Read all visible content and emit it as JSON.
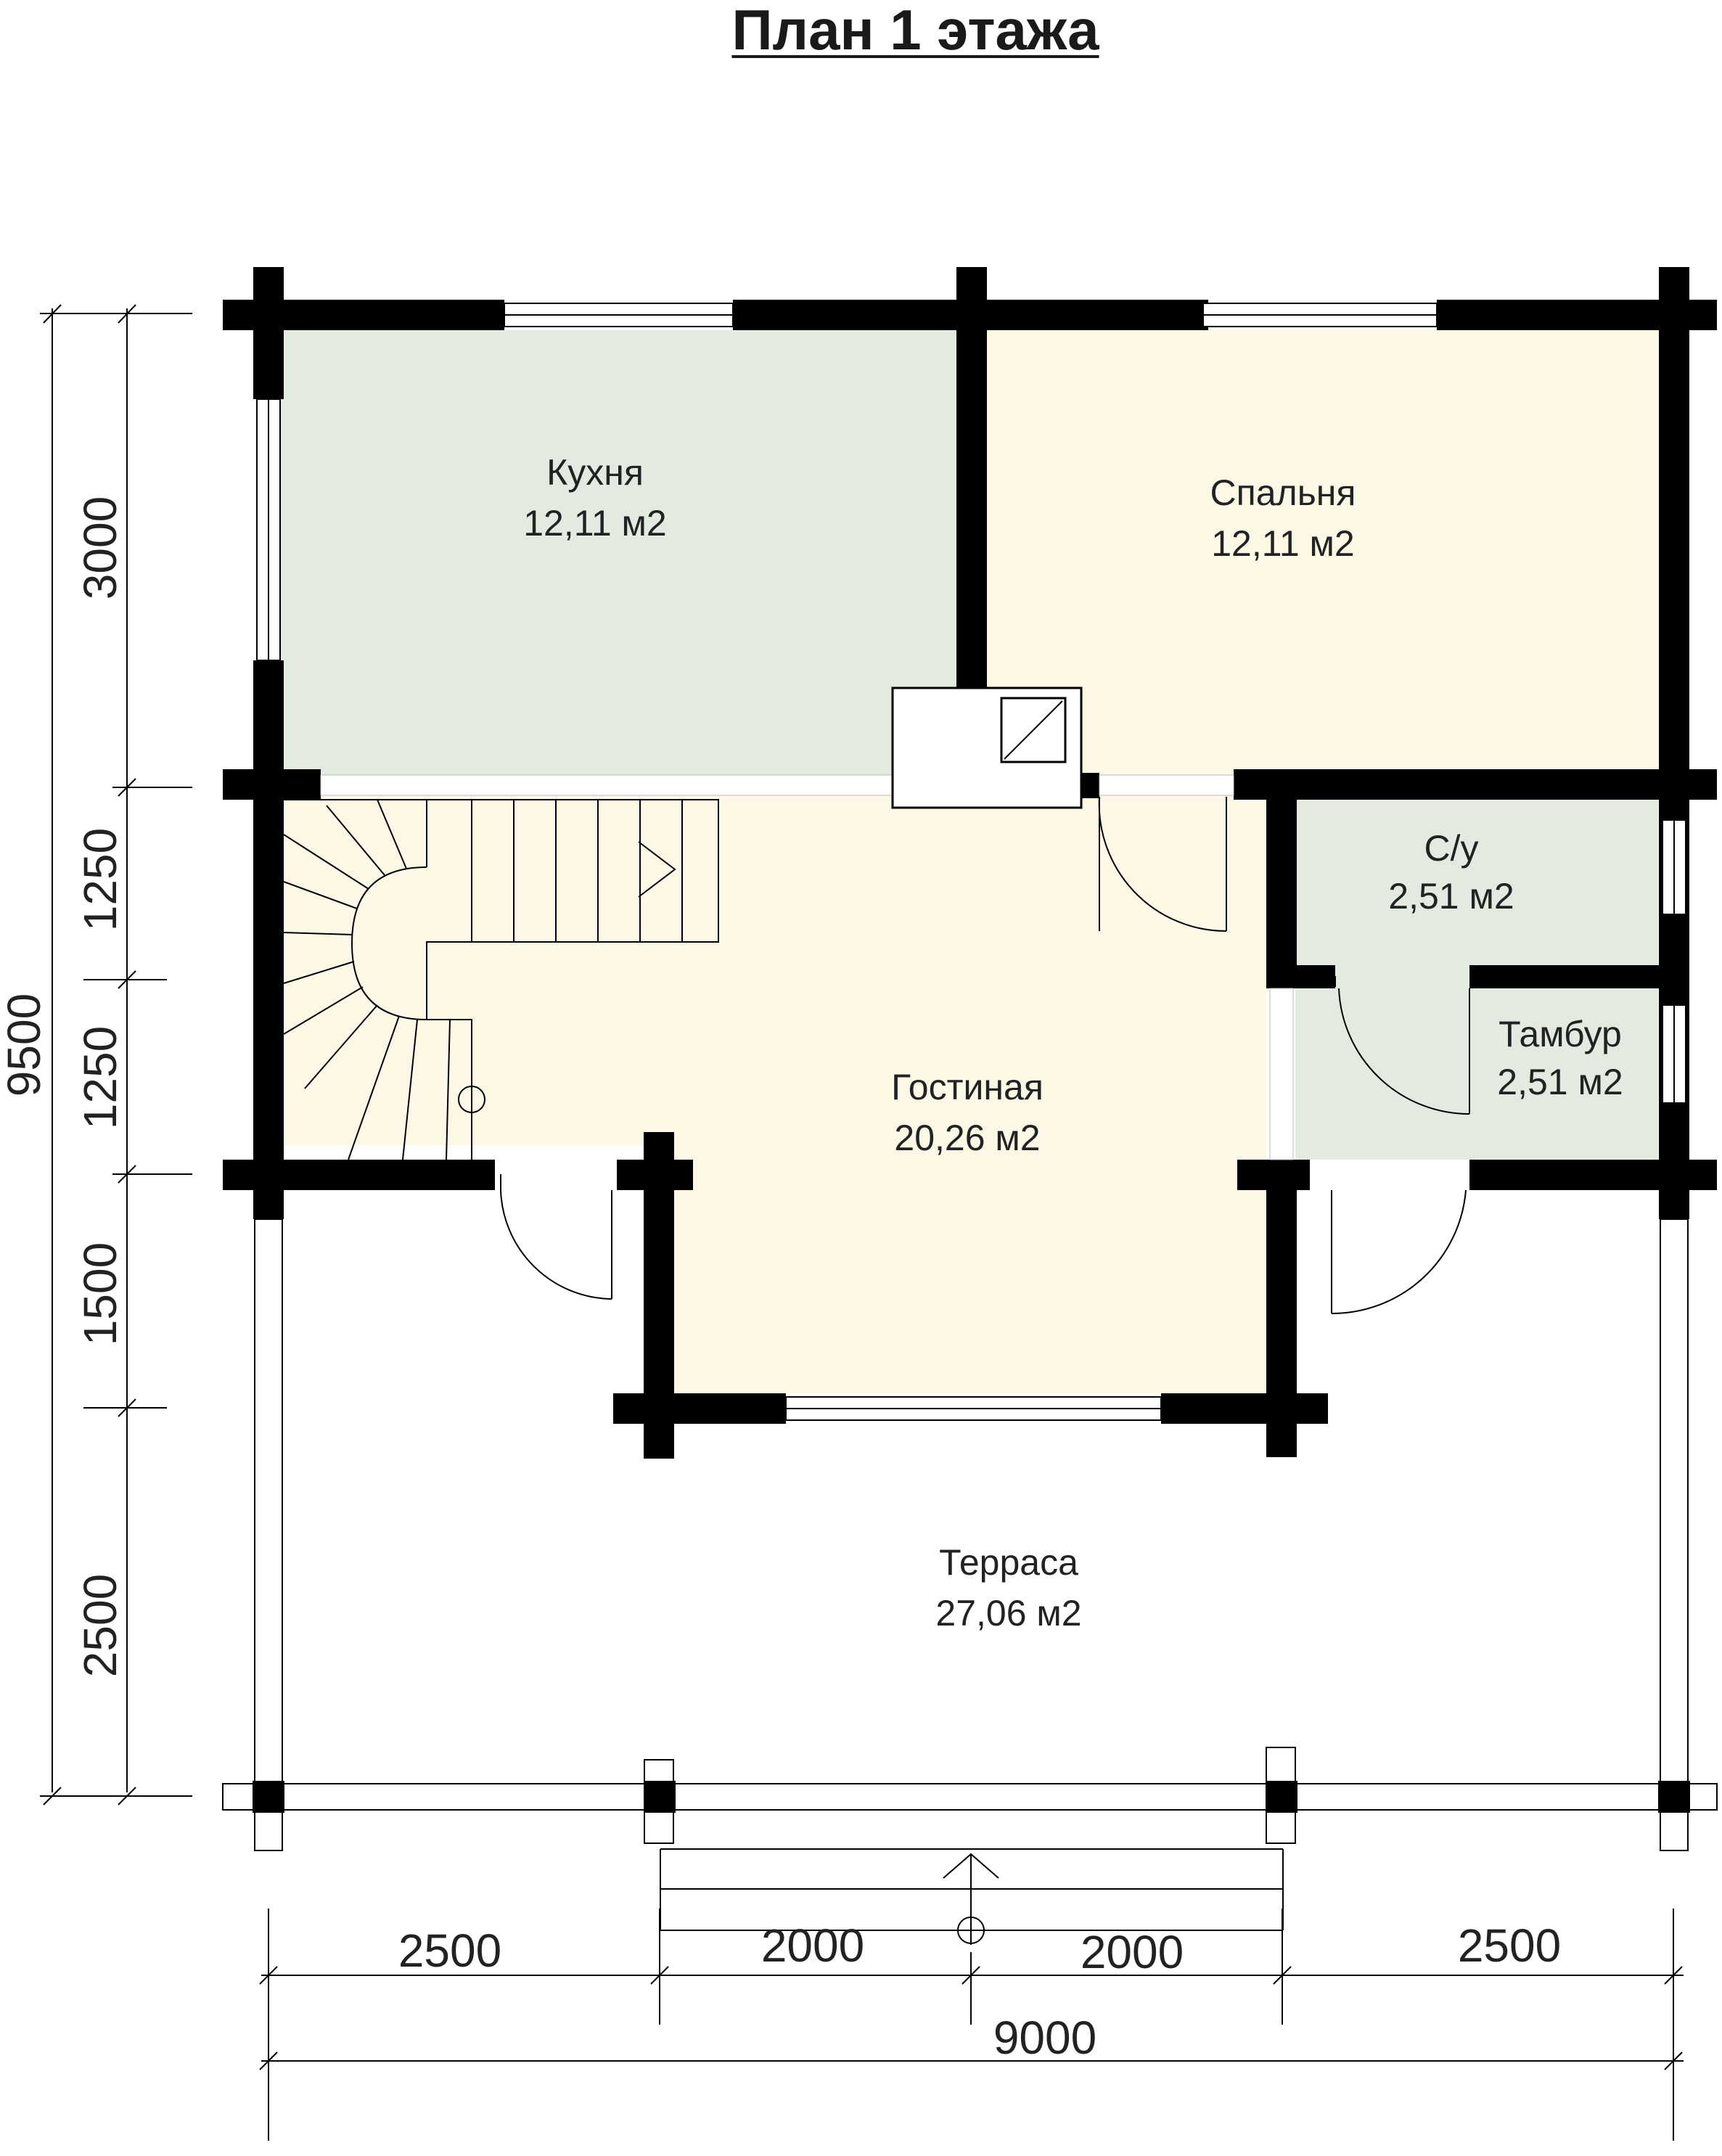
{
  "title": "План 1 этажа",
  "colors": {
    "wall": "#000000",
    "kitchen_fill": "#e3ebe1",
    "bedroom_fill": "#fdf8e5",
    "living_fill": "#fdf8e5",
    "bath_fill": "#e3ebe1",
    "terrace_fill": "#ffffff",
    "line": "#000000"
  },
  "rooms": [
    {
      "id": "kitchen",
      "name": "Кухня",
      "area": "12,11 м2"
    },
    {
      "id": "bedroom",
      "name": "Спальня",
      "area": "12,11 м2"
    },
    {
      "id": "bathroom",
      "name": "С/у",
      "area": "2,51 м2"
    },
    {
      "id": "vestibule",
      "name": "Тамбур",
      "area": "2,51 м2"
    },
    {
      "id": "living",
      "name": "Гостиная",
      "area": "20,26 м2"
    },
    {
      "id": "terrace",
      "name": "Терраса",
      "area": "27,06 м2"
    }
  ],
  "dimensions": {
    "left_segments": [
      "3000",
      "1250",
      "1250",
      "1500",
      "2500"
    ],
    "left_total": "9500",
    "bottom_segments": [
      "2500",
      "2000",
      "2000",
      "2500"
    ],
    "bottom_total": "9000"
  }
}
